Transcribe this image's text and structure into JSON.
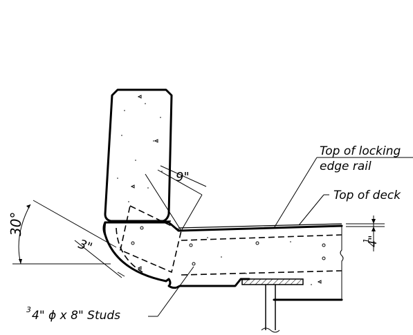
{
  "labels": {
    "top_of_locking_line1": "Top of locking",
    "top_of_locking_line2": "edge rail",
    "top_of_deck": "Top of deck",
    "angle": "30°",
    "dim_9": "9\"",
    "dim_3": "3\"",
    "dim_quarter_num": "1",
    "dim_quarter_den": "4\"",
    "studs_num": "3",
    "studs_rest": "4\" ϕ x 8\" Studs"
  }
}
